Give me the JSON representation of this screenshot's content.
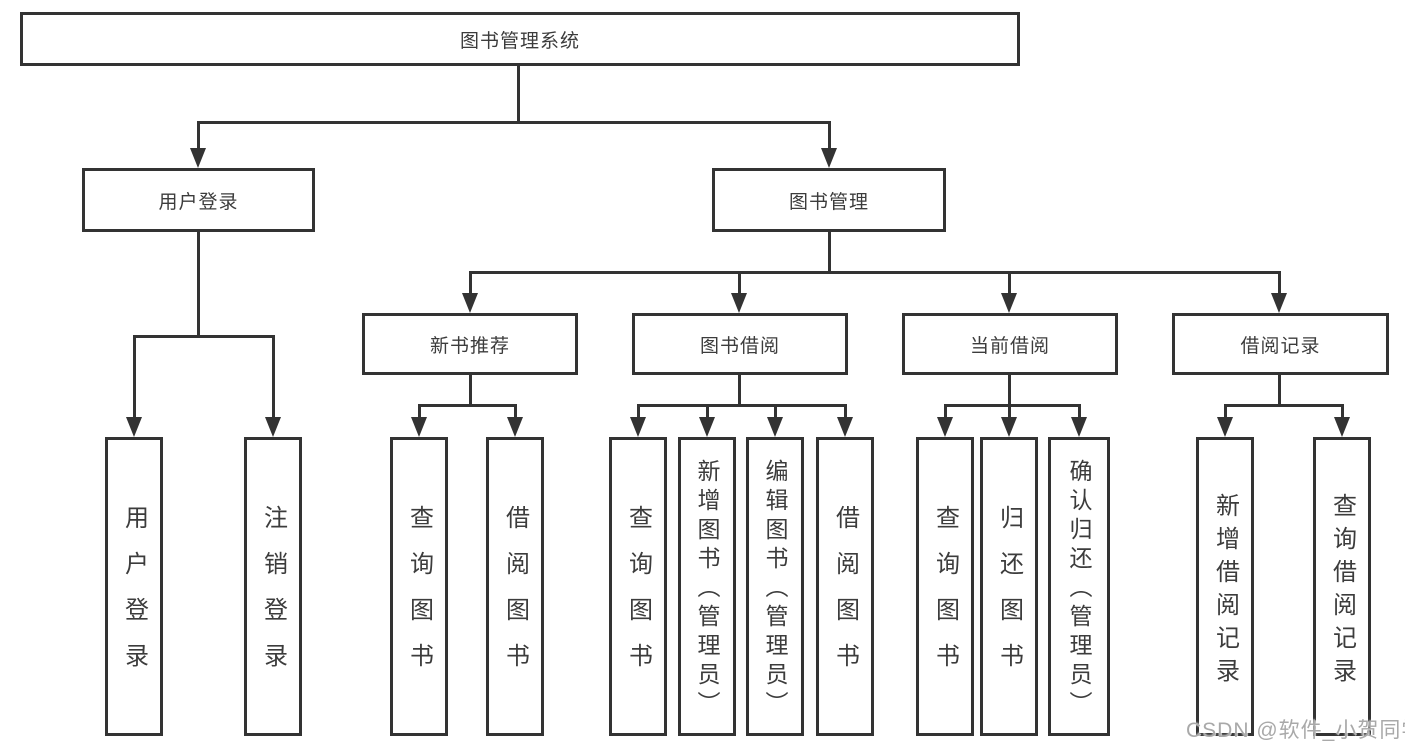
{
  "diagram_title": "图书管理系统",
  "tree": {
    "root": "图书管理系统",
    "children": [
      {
        "label": "用户登录",
        "children": [
          "用户登录",
          "注销登录"
        ]
      },
      {
        "label": "图书管理",
        "children": [
          {
            "label": "新书推荐",
            "children": [
              "查询图书",
              "借阅图书"
            ]
          },
          {
            "label": "图书借阅",
            "children": [
              "查询图书",
              "新增图书（管理员）",
              "编辑图书（管理员）",
              "借阅图书"
            ]
          },
          {
            "label": "当前借阅",
            "children": [
              "查询图书",
              "归还图书",
              "确认归还（管理员）"
            ]
          },
          {
            "label": "借阅记录",
            "children": [
              "新增借阅记录",
              "查询借阅记录"
            ]
          }
        ]
      }
    ]
  },
  "watermark": "CSDN @软件_小贺同学",
  "colors": {
    "line": "#333333",
    "text": "#3c3c3c",
    "box_background": "#ffffff",
    "watermark": "#a9a9a9",
    "page_background": "#ffffff"
  }
}
